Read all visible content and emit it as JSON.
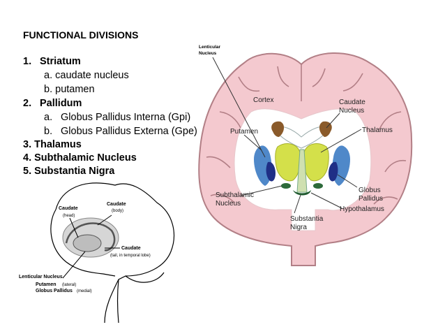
{
  "outline": {
    "title": "FUNCTIONAL DIVISIONS",
    "items": [
      {
        "num": "1.",
        "label": "Striatum",
        "subs": [
          {
            "letter": "a.",
            "text": "caudate nucleus"
          },
          {
            "letter": "b.",
            "text": "putamen"
          }
        ]
      },
      {
        "num": "2.",
        "label": "Pallidum",
        "subs": [
          {
            "letter": "a.",
            "text": "Globus Pallidus Interna (Gpi)"
          },
          {
            "letter": "b.",
            "text": "Globus Pallidus Externa (Gpe)"
          }
        ]
      },
      {
        "num": "3.",
        "label": "Thalamus"
      },
      {
        "num": "4.",
        "label": "Subthalamic Nucleus"
      },
      {
        "num": "5.",
        "label": "Substantia Nigra"
      }
    ]
  },
  "coronal": {
    "lenticular": [
      "Lenticular",
      "Nucleus"
    ],
    "cortex": "Cortex",
    "caudate": [
      "Caudate",
      "Nucleus"
    ],
    "putamen": "Putamen",
    "thalamus": "Thalamus",
    "subthalamic": [
      "Subthalamic",
      "Nucleus"
    ],
    "globus": [
      "Globus",
      "Pallidus"
    ],
    "nigra": [
      "Substantia",
      "Nigra"
    ],
    "hypothalamus": "Hypothalamus",
    "colors": {
      "tissue": "#f4c9cf",
      "outline": "#b27f86",
      "white_matter": "#ffffff",
      "thalamus": "#d4e04a",
      "putamen": "#4f88c9",
      "globus": "#1f2f86",
      "caudate": "#8a5a2a",
      "nigra": "#1f5a2e"
    }
  },
  "lateral": {
    "caudate_head": [
      "Caudate",
      "(head)"
    ],
    "caudate_body": [
      "Caudate",
      "(body)"
    ],
    "caudate_tail": [
      "Caudate",
      "(tail, in temporal lobe)"
    ],
    "lenticular": "Lenticular Nucleus",
    "putamen": [
      "Putamen",
      "(lateral)"
    ],
    "globus": [
      "Globus Pallidus",
      "(medial)"
    ]
  }
}
